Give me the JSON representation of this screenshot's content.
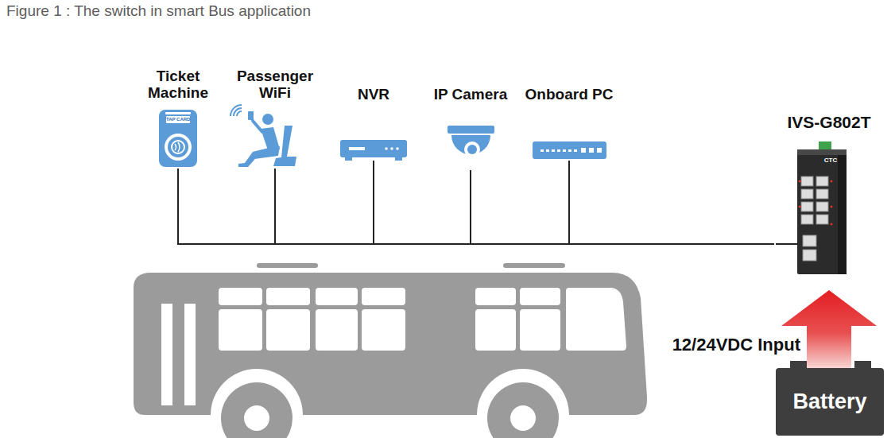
{
  "diagram": {
    "title": "Figure 1 : The switch in smart Bus application",
    "nodes": [
      {
        "text": [
          "Ticket Machine"
        ]
      },
      {
        "text": [
          "Passenger WiFi"
        ]
      },
      {
        "text": [
          "NVR"
        ]
      },
      {
        "text": [
          "IP Camera"
        ]
      },
      {
        "text": [
          "Onboard PC"
        ]
      },
      {
        "text": [
          "IVS-G802T"
        ]
      },
      {
        "text": [
          "Battery"
        ]
      }
    ],
    "edges": [
      {
        "from": 0,
        "to": 5,
        "arrow": "none"
      },
      {
        "from": 1,
        "to": 5,
        "arrow": "none"
      },
      {
        "from": 2,
        "to": 5,
        "arrow": "none"
      },
      {
        "from": 3,
        "to": 5,
        "arrow": "none"
      },
      {
        "from": 4,
        "to": 5,
        "arrow": "none"
      },
      {
        "from": 6,
        "to": 5,
        "arrow": "to",
        "label": "12/24VDC Input"
      }
    ],
    "labels": [
      "TAP CARD",
      "CTC"
    ]
  }
}
